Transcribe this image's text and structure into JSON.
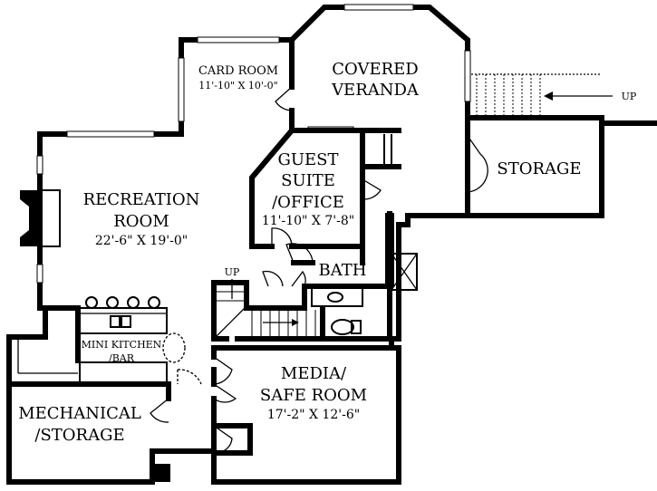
{
  "rooms": {
    "card_room": {
      "name": "CARD ROOM",
      "dims": "11'-10\" X 10'-0\""
    },
    "covered_veranda": {
      "name_line1": "COVERED",
      "name_line2": "VERANDA"
    },
    "storage_right": {
      "name": "STORAGE"
    },
    "guest_suite": {
      "name_line1": "GUEST",
      "name_line2": "SUITE",
      "name_line3": "/OFFICE",
      "dims": "11'-10\" X 7'-8\""
    },
    "recreation_room": {
      "name_line1": "RECREATION",
      "name_line2": "ROOM",
      "dims": "22'-6\" X 19'-0\""
    },
    "bath": {
      "name": "BATH"
    },
    "mini_kitchen": {
      "name_line1": "MINI KITCHEN",
      "name_line2": "/BAR"
    },
    "mechanical": {
      "name_line1": "MECHANICAL",
      "name_line2": "/STORAGE"
    },
    "media_room": {
      "name_line1": "MEDIA/",
      "name_line2": "SAFE ROOM",
      "dims": "17'-2\" X 12'-6\""
    }
  },
  "annotations": {
    "stair_up": "UP",
    "deck_up": "UP"
  }
}
